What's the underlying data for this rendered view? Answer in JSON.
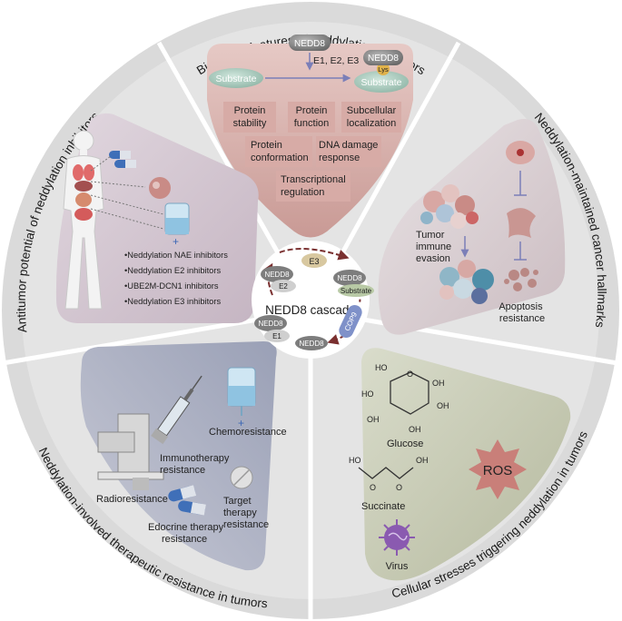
{
  "ring_titles": {
    "top": "Biological features of neddylation in tumors",
    "right": "Neddylation-maintained cancer hallmarks",
    "bottom_right": "Cellular stresses triggering neddylation in tumors",
    "bottom_left": "Neddylation-involved therapeutic resistance in tumors",
    "left": "Antitumor potential of neddylation inhibitors"
  },
  "top_panel": {
    "nedd8": "NEDD8",
    "enzymes": "E1, E2, E3",
    "substrate": "Substrate",
    "lys": "Lys",
    "features": [
      [
        "Protein",
        "stability"
      ],
      [
        "Protein",
        "function"
      ],
      [
        "Subcellular",
        "localization"
      ],
      [
        "Protein",
        "conformation"
      ],
      [
        "DNA damage",
        "response"
      ],
      [
        "Transcriptional",
        "regulation"
      ]
    ]
  },
  "right_panel": {
    "immune": [
      "Tumor",
      "immune",
      "evasion"
    ],
    "apoptosis": [
      "Apoptosis",
      "resistance"
    ]
  },
  "bottom_right_panel": {
    "glucose": "Glucose",
    "succinate": "Succinate",
    "ros": "ROS",
    "virus": "Virus",
    "oh": "OH",
    "ho": "HO",
    "o": "O"
  },
  "bottom_left_panel": {
    "chemo": "Chemoresistance",
    "immuno": [
      "Immunotherapy",
      "resistance"
    ],
    "radio": "Radioresistance",
    "target": [
      "Target",
      "therapy",
      "resistance"
    ],
    "endocrine": [
      "Edocrine therapy",
      "resistance"
    ]
  },
  "left_panel": {
    "inhibitors": [
      "•Neddylation NAE inhibitors",
      "•Neddylation E2 inhibitors",
      "•UBE2M-DCN1 inhibitors",
      "•Neddylation E3 inhibitors"
    ]
  },
  "center": {
    "title": "NEDD8 cascade",
    "nedd8": "NEDD8",
    "e1": "E1",
    "e2": "E2",
    "e3": "E3",
    "substrate": "Substrate",
    "cop9": "COP9"
  },
  "colors": {
    "ring": "#d9d9d9",
    "top_panel": "#d9b3b0",
    "right_panel": "#dcd2d5",
    "bottom_right_panel": "#c9cdb8",
    "bottom_left_panel": "#b9bccb",
    "left_panel": "#d7cbd5"
  }
}
